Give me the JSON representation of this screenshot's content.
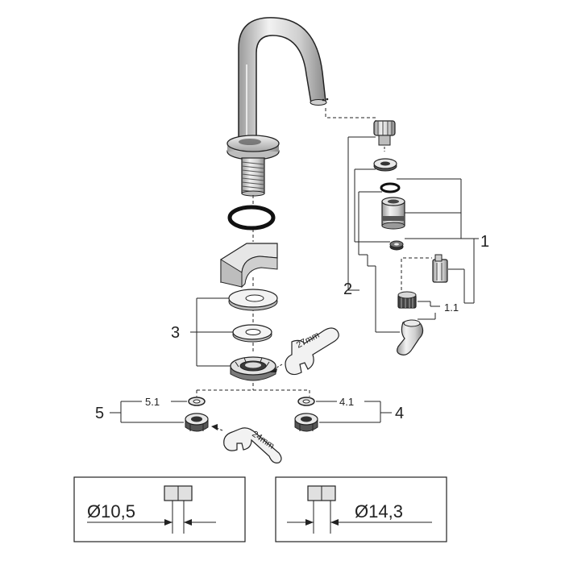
{
  "callouts": {
    "c1": "1",
    "c1_1": "1.1",
    "c2": "2",
    "c3": "3",
    "c4": "4",
    "c4_1": "4.1",
    "c5": "5",
    "c5_1": "5.1"
  },
  "wrenches": {
    "upper": "27mm",
    "lower": "24mm"
  },
  "diameters": {
    "left": "Ø10,5",
    "right": "Ø14,3"
  },
  "colors": {
    "line": "#222222",
    "part_fill": "#d9d9d9",
    "part_dark": "#8c8c8c"
  }
}
